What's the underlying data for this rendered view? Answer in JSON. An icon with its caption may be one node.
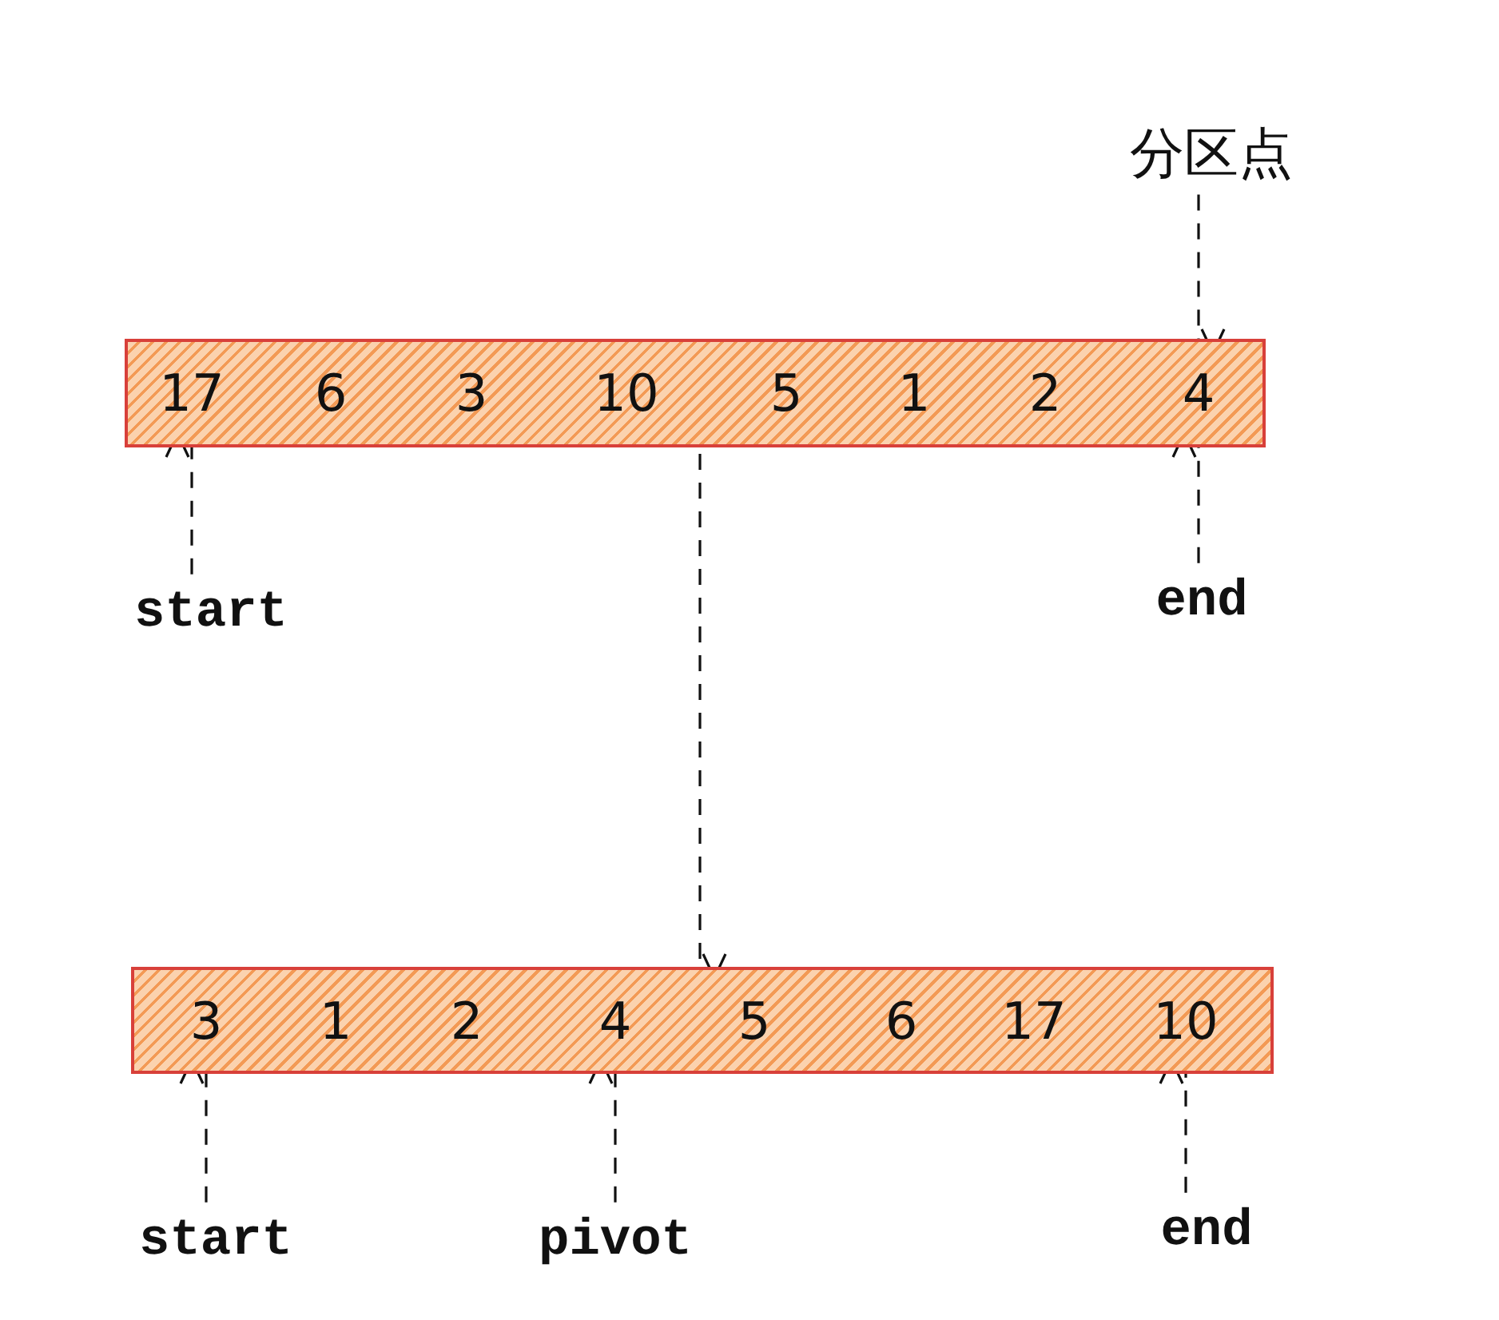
{
  "diagram": {
    "nodes": [
      {
        "text": [
          "分区点"
        ]
      },
      {
        "text": [],
        "shape": "bar"
      },
      {
        "text": [
          "17"
        ],
        "in": 1
      },
      {
        "text": [
          "6"
        ],
        "in": 1
      },
      {
        "text": [
          "3"
        ],
        "in": 1
      },
      {
        "text": [
          "10"
        ],
        "in": 1
      },
      {
        "text": [
          "5"
        ],
        "in": 1
      },
      {
        "text": [
          "1"
        ],
        "in": 1
      },
      {
        "text": [
          "2"
        ],
        "in": 1
      },
      {
        "text": [
          "4"
        ],
        "in": 1
      },
      {
        "text": [
          "start"
        ]
      },
      {
        "text": [
          "end"
        ]
      },
      {
        "text": [],
        "shape": "bar"
      },
      {
        "text": [
          "3"
        ],
        "in": 12
      },
      {
        "text": [
          "1"
        ],
        "in": 12
      },
      {
        "text": [
          "2"
        ],
        "in": 12
      },
      {
        "text": [
          "4"
        ],
        "in": 12
      },
      {
        "text": [
          "5"
        ],
        "in": 12
      },
      {
        "text": [
          "6"
        ],
        "in": 12
      },
      {
        "text": [
          "17"
        ],
        "in": 12
      },
      {
        "text": [
          "10"
        ],
        "in": 12
      },
      {
        "text": [
          "start"
        ]
      },
      {
        "text": [
          "pivot"
        ]
      },
      {
        "text": [
          "end"
        ]
      }
    ],
    "edges": [
      {
        "from": 0,
        "to": 9,
        "arrow": "to",
        "style": "dashed"
      },
      {
        "from": 10,
        "to": 2,
        "arrow": "to",
        "style": "dashed"
      },
      {
        "from": 11,
        "to": 9,
        "arrow": "to",
        "style": "dashed"
      },
      {
        "from": 1,
        "to": 12,
        "arrow": "to",
        "style": "dashed"
      },
      {
        "from": 21,
        "to": 13,
        "arrow": "to",
        "style": "dashed"
      },
      {
        "from": 22,
        "to": 16,
        "arrow": "to",
        "style": "dashed"
      },
      {
        "from": 23,
        "to": 20,
        "arrow": "to",
        "style": "dashed"
      }
    ]
  }
}
